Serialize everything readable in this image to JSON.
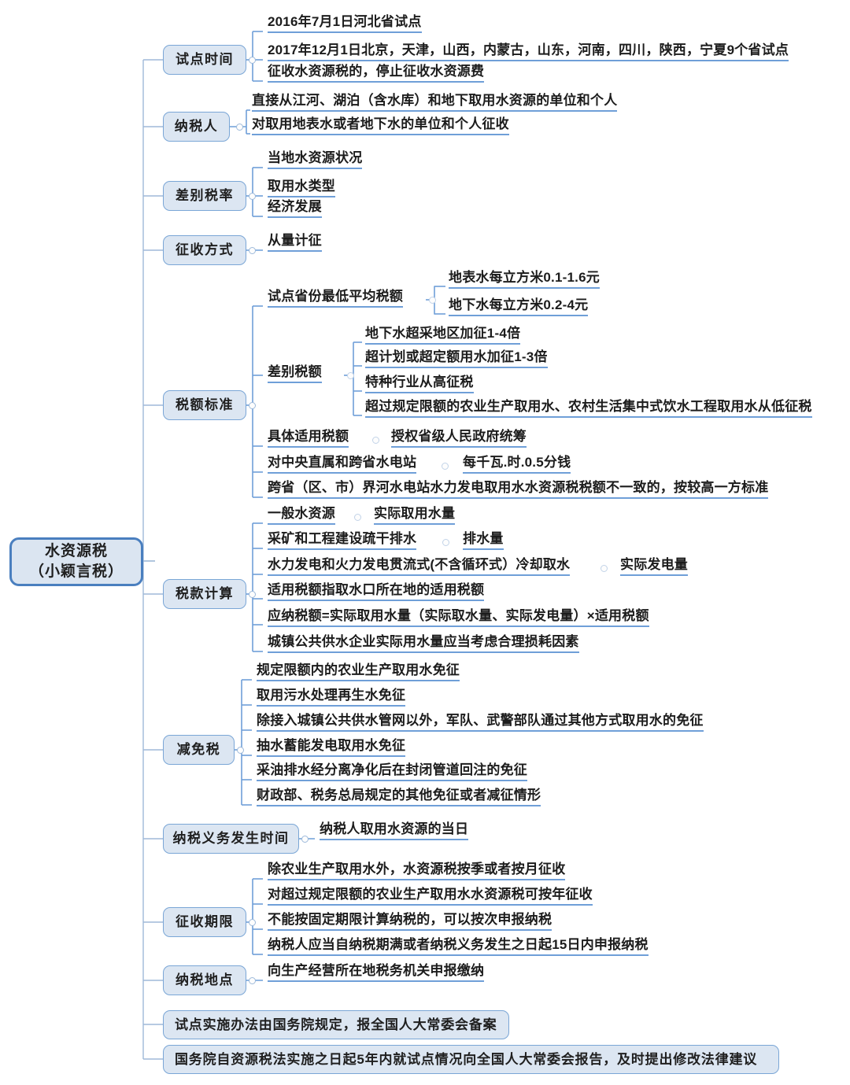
{
  "map": {
    "title": "水资源税（小颖言税）",
    "root": {
      "line1": "水资源税",
      "line2": "（小颖言税）"
    },
    "theme": {
      "node_fill": "#dce6f2",
      "node_border": "#7aa6d6",
      "root_border": "#4a7fbf",
      "underline": "#6f9fd8",
      "wire": "#9fb9d8",
      "text": "#1c1c1c"
    },
    "branches": [
      {
        "label": "试点时间",
        "leaves": [
          {
            "text": "2016年7月1日河北省试点"
          },
          {
            "text": "2017年12月1日北京，天津，山西，内蒙古，山东，河南，四川，陕西，宁夏9个省试点"
          },
          {
            "text": "征收水资源税的，停止征收水资源费"
          }
        ]
      },
      {
        "label": "纳税人",
        "leaves": [
          {
            "text": "直接从江河、湖泊（含水库）和地下取用水资源的单位和个人"
          },
          {
            "text": "对取用地表水或者地下水的单位和个人征收"
          }
        ]
      },
      {
        "label": "差别税率",
        "leaves": [
          {
            "text": "当地水资源状况"
          },
          {
            "text": "取用水类型"
          },
          {
            "text": "经济发展"
          }
        ]
      },
      {
        "label": "征收方式",
        "leaves": [
          {
            "text": "从量计征"
          }
        ]
      },
      {
        "label": "税额标准",
        "leaves": [
          {
            "text": "试点省份最低平均税额",
            "children": [
              {
                "text": "地表水每立方米0.1-1.6元"
              },
              {
                "text": "地下水每立方米0.2-4元"
              }
            ]
          },
          {
            "text": "差别税额",
            "children": [
              {
                "text": "地下水超采地区加征1-4倍"
              },
              {
                "text": "超计划或超定额用水加征1-3倍"
              },
              {
                "text": "特种行业从高征税"
              },
              {
                "text": "超过规定限额的农业生产取用水、农村生活集中式饮水工程取用水从低征税"
              }
            ]
          },
          {
            "text": "具体适用税额",
            "inline": "授权省级人民政府统筹"
          },
          {
            "text": "对中央直属和跨省水电站",
            "inline": "每千瓦.时.0.5分钱"
          },
          {
            "text": "跨省（区、市）界河水电站水力发电取用水水资源税税额不一致的，按较高一方标准"
          }
        ]
      },
      {
        "label": "税款计算",
        "leaves": [
          {
            "text": "一般水资源",
            "inline": "实际取用水量"
          },
          {
            "text": "采矿和工程建设疏干排水",
            "inline": "排水量"
          },
          {
            "text": "水力发电和火力发电贯流式(不含循环式）冷却取水",
            "inline": "实际发电量"
          },
          {
            "text": "适用税额指取水口所在地的适用税额"
          },
          {
            "text": "应纳税额=实际取用水量（实际取水量、实际发电量）×适用税额"
          },
          {
            "text": "城镇公共供水企业实际用水量应当考虑合理损耗因素"
          }
        ]
      },
      {
        "label": "减免税",
        "leaves": [
          {
            "text": "规定限额内的农业生产取用水免征"
          },
          {
            "text": "取用污水处理再生水免征"
          },
          {
            "text": "除接入城镇公共供水管网以外，军队、武警部队通过其他方式取用水的免征"
          },
          {
            "text": "抽水蓄能发电取用水免征"
          },
          {
            "text": "采油排水经分离净化后在封闭管道回注的免征"
          },
          {
            "text": "财政部、税务总局规定的其他免征或者减征情形"
          }
        ]
      },
      {
        "label": "纳税义务发生时间",
        "leaves": [
          {
            "text": "纳税人取用水资源的当日"
          }
        ]
      },
      {
        "label": "征收期限",
        "leaves": [
          {
            "text": "除农业生产取用水外，水资源税按季或者按月征收"
          },
          {
            "text": "对超过规定限额的农业生产取用水水资源税可按年征收"
          },
          {
            "text": "不能按固定期限计算纳税的，可以按次申报纳税"
          },
          {
            "text": "纳税人应当自纳税期满或者纳税义务发生之日起15日内申报纳税"
          }
        ]
      },
      {
        "label": "纳税地点",
        "leaves": [
          {
            "text": "向生产经营所在地税务机关申报缴纳"
          }
        ]
      }
    ],
    "standalone": [
      {
        "label": "试点实施办法由国务院规定，报全国人大常委会备案"
      },
      {
        "label": "国务院自资源税法实施之日起5年内就试点情况向全国人大常委会报告，及时提出修改法律建议"
      }
    ]
  }
}
